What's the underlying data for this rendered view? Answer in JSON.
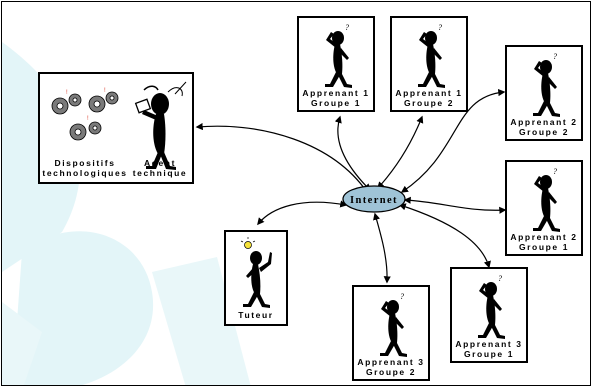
{
  "hub": {
    "label": "Internet",
    "color": "#9fc3d6"
  },
  "nodes": {
    "tech": {
      "label_left_1": "Dispositifs",
      "label_left_2": "technologiques",
      "label_right_1": "Agent",
      "label_right_2": "technique"
    },
    "a1g1": {
      "line1": "Apprenant 1",
      "line2": "Groupe 1"
    },
    "a1g2": {
      "line1": "Apprenant 1",
      "line2": "Groupe 2"
    },
    "a2g2": {
      "line1": "Apprenant 2",
      "line2": "Groupe 2"
    },
    "a2g1": {
      "line1": "Apprenant 2",
      "line2": "Groupe 1"
    },
    "a3g1": {
      "line1": "Apprenant 3",
      "line2": "Groupe 1"
    },
    "a3g2": {
      "line1": "Apprenant 3",
      "line2": "Groupe 2"
    },
    "tuteur": {
      "line1": "Tuteur"
    }
  },
  "icons": {
    "learner": "thinking-figure-icon",
    "tutor": "idea-figure-icon",
    "agent": "phone-figure-icon",
    "devices": "gears-icon"
  },
  "colors": {
    "watermark": "#dff4f6",
    "line": "#000000"
  }
}
